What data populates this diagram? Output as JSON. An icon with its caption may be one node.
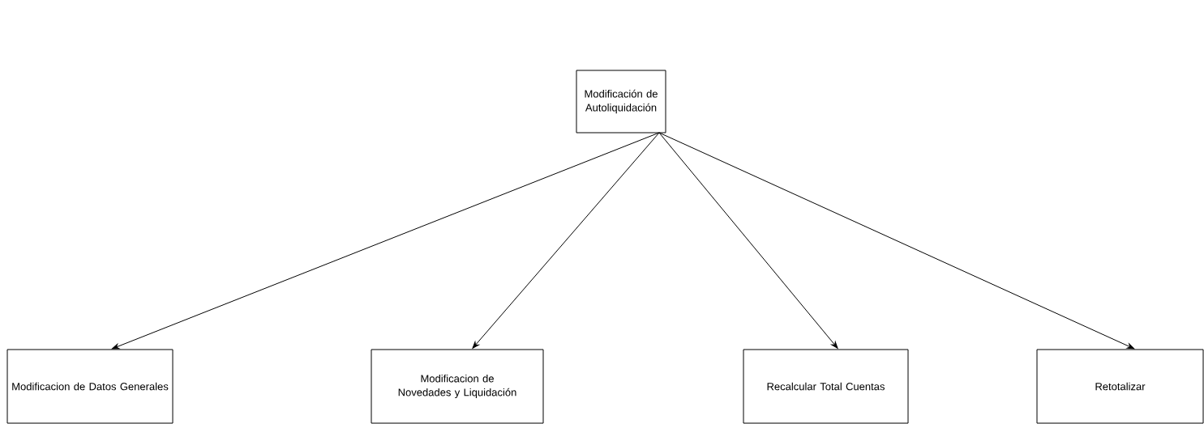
{
  "diagram": {
    "nodes": [
      {
        "text": [
          "Modificación de Autoliquidación"
        ]
      },
      {
        "text": [
          "Modificacion de Datos Generales"
        ]
      },
      {
        "text": [
          "Modificacion de Novedades y Liquidación"
        ]
      },
      {
        "text": [
          "Recalcular Total Cuentas"
        ]
      },
      {
        "text": [
          "Retotalizar"
        ]
      }
    ],
    "edges": [
      {
        "from": 0,
        "to": 1,
        "arrow": "to"
      },
      {
        "from": 0,
        "to": 2,
        "arrow": "to"
      },
      {
        "from": 0,
        "to": 3,
        "arrow": "to"
      },
      {
        "from": 0,
        "to": 4,
        "arrow": "to"
      }
    ]
  }
}
